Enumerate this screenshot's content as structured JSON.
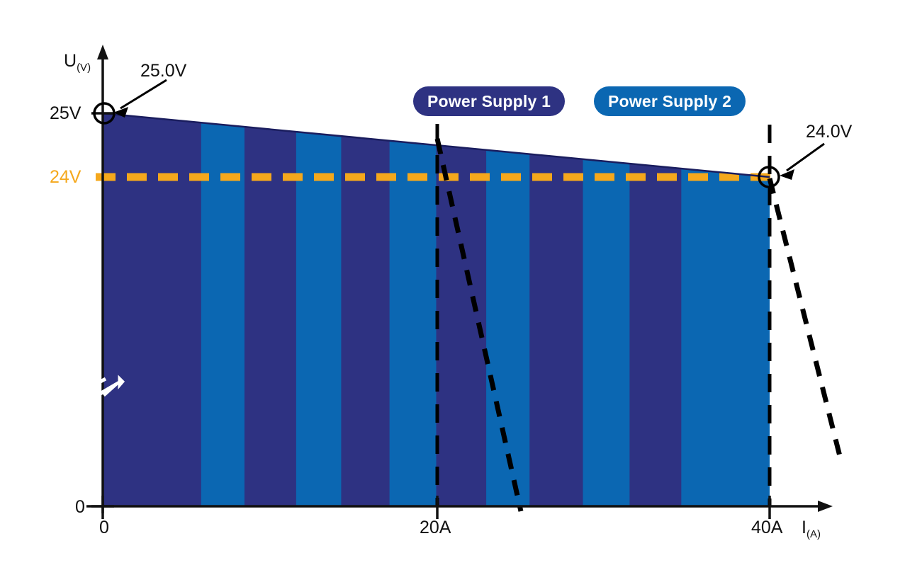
{
  "chart_data": {
    "type": "area",
    "title": "",
    "xlabel": "I",
    "xlabel_sub": "(A)",
    "ylabel": "U",
    "ylabel_sub": "(V)",
    "xlim": [
      0,
      40
    ],
    "ylim": [
      0,
      27
    ],
    "grid": false,
    "legend_position": "top-center",
    "x_tick_labels": [
      "0",
      "20A",
      "40A"
    ],
    "x_tick_values": [
      0,
      20,
      40
    ],
    "y_tick_labels": [
      "0",
      "24V",
      "25V"
    ],
    "y_tick_values": [
      0,
      24,
      25
    ],
    "series": [
      {
        "name": "Load line (output voltage vs current)",
        "type": "line",
        "x": [
          0,
          40
        ],
        "values": [
          25.0,
          24.0
        ],
        "color": "#2E3282"
      },
      {
        "name": "24V reference",
        "type": "hline",
        "value": 24.0,
        "style": "dashed",
        "color": "#F5A81C"
      },
      {
        "name": "Power Supply 1 current limit",
        "type": "vline",
        "value": 20,
        "style": "dashed",
        "color": "#000000"
      },
      {
        "name": "Power Supply 2 current limit",
        "type": "vline",
        "value": 40,
        "style": "dashed",
        "color": "#000000"
      },
      {
        "name": "Power Supply 1 foldback",
        "type": "dashed-curve",
        "color": "#000000"
      },
      {
        "name": "Power Supply 2 foldback",
        "type": "dashed-curve",
        "color": "#000000"
      }
    ],
    "annotations": [
      {
        "text": "25.0V",
        "x": 0,
        "y": 25.0
      },
      {
        "text": "24.0V",
        "x": 40,
        "y": 24.0
      }
    ],
    "band_colors": {
      "dark": "#2E3282",
      "light": "#0B67B2"
    },
    "bands": [
      {
        "x0": 0,
        "x1": 5.9,
        "color": "dark"
      },
      {
        "x0": 5.9,
        "x1": 8.5,
        "color": "light"
      },
      {
        "x0": 8.5,
        "x1": 11.6,
        "color": "dark"
      },
      {
        "x0": 11.6,
        "x1": 14.3,
        "color": "light"
      },
      {
        "x0": 14.3,
        "x1": 17.2,
        "color": "dark"
      },
      {
        "x0": 17.2,
        "x1": 20.0,
        "color": "light"
      },
      {
        "x0": 20.0,
        "x1": 23.0,
        "color": "dark"
      },
      {
        "x0": 23.0,
        "x1": 25.6,
        "color": "light"
      },
      {
        "x0": 25.6,
        "x1": 28.8,
        "color": "dark"
      },
      {
        "x0": 28.8,
        "x1": 31.6,
        "color": "light"
      },
      {
        "x0": 31.6,
        "x1": 34.7,
        "color": "dark"
      },
      {
        "x0": 34.7,
        "x1": 40.0,
        "color": "light"
      }
    ]
  },
  "legend": {
    "items": [
      {
        "label": "Power Supply 1",
        "color": "#2E3282"
      },
      {
        "label": "Power Supply 2",
        "color": "#0B67B2"
      }
    ]
  },
  "axes": {
    "y_axis_name": "U",
    "y_axis_sub": "(V)",
    "x_axis_name": "I",
    "x_axis_sub": "(A)",
    "y_tick_25": "25V",
    "y_tick_24": "24V",
    "y_tick_0": "0",
    "x_tick_0": "0",
    "x_tick_20": "20A",
    "x_tick_40": "40A"
  },
  "annotations": {
    "left_point": "25.0V",
    "right_point": "24.0V"
  },
  "colors": {
    "dark_blue": "#2E3282",
    "light_blue": "#0B67B2",
    "reference_yellow": "#F5A81C",
    "axis_black": "#111111",
    "white": "#FFFFFF"
  }
}
